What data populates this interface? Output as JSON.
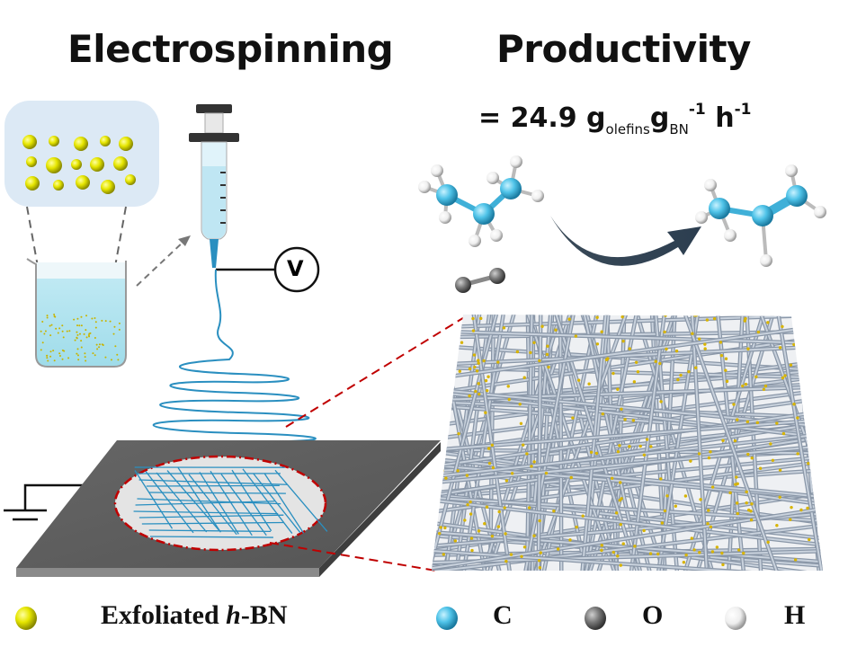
{
  "titles": {
    "left": "Electrospinning",
    "right": "Productivity"
  },
  "productivity": {
    "prefix": "= 24.9 g",
    "sub1": "olefins",
    "g2": "g",
    "sub2": "BN",
    "sup1": "-1",
    "unit": " h",
    "sup2": "-1"
  },
  "voltage_label": "V",
  "legend": {
    "hbn_prefix": "Exfoliated ",
    "hbn_italic": "h",
    "hbn_suffix": "-BN",
    "carbon": "C",
    "oxygen": "O",
    "hydrogen": "H"
  },
  "colors": {
    "hbn": "#e6e600",
    "carbon": "#4fc3e8",
    "oxygen": "#7a7a7a",
    "hydrogen": "#f2f2f2",
    "fiber": "#2a8fc0",
    "accent": "#c00000"
  }
}
